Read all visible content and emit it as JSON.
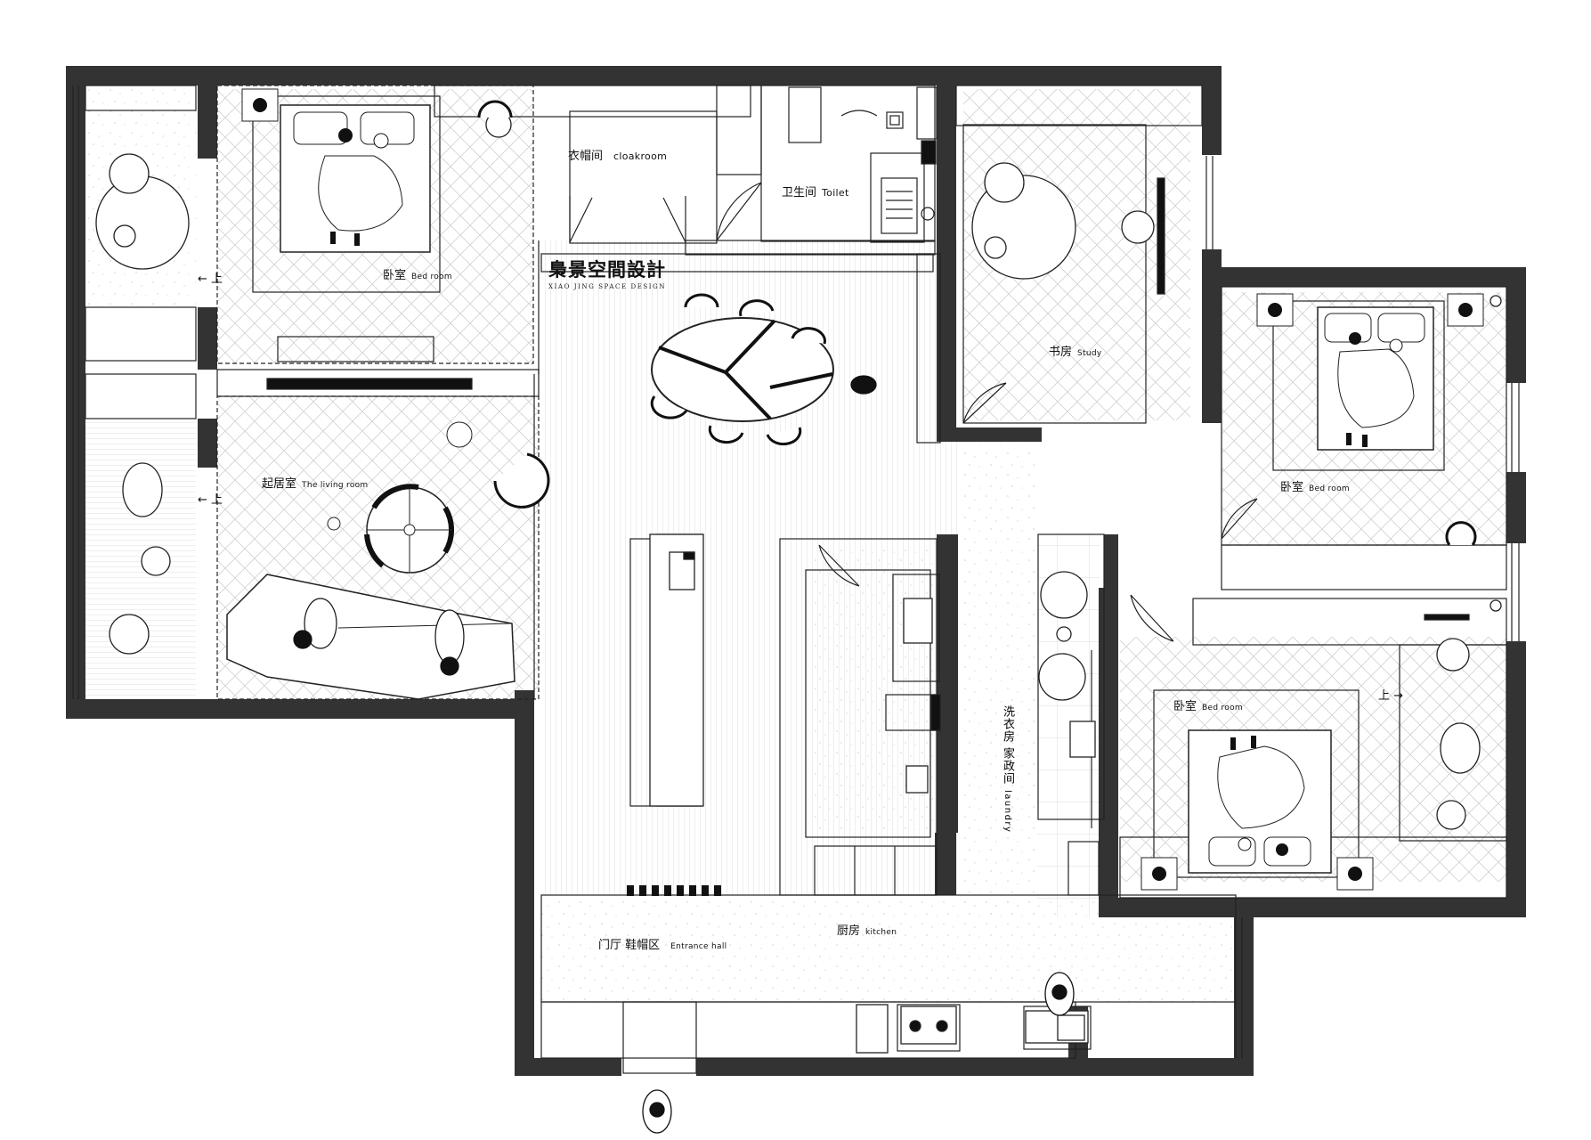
{
  "brand": {
    "name_zh": "梟景空間設計",
    "name_en": "XIAO JING SPACE DESIGN"
  },
  "rooms": {
    "bedroom_main": {
      "zh": "卧室",
      "en": "Bed room"
    },
    "cloakroom": {
      "zh": "衣帽间",
      "en": "cloakroom"
    },
    "toilet": {
      "zh": "卫生间",
      "en": "Toilet"
    },
    "study": {
      "zh": "书房",
      "en": "Study"
    },
    "bedroom_east": {
      "zh": "卧室",
      "en": "Bed room"
    },
    "living": {
      "zh": "起居室",
      "en": "The living room"
    },
    "laundry": {
      "zh": "洗衣房 家政间",
      "en": "laundry"
    },
    "bedroom_south": {
      "zh": "卧室",
      "en": "Bed room"
    },
    "entrance": {
      "zh": "门厅 鞋帽区",
      "en": "Entrance hall"
    },
    "kitchen": {
      "zh": "厨房",
      "en": "kitchen"
    }
  },
  "markers": {
    "up_left_1": "←  上",
    "up_left_2": "←  上",
    "up_right": "上  →"
  },
  "colors": {
    "wall": "#333333",
    "line": "#222222",
    "hatch": "#c8c8c8",
    "paper": "#ffffff"
  }
}
